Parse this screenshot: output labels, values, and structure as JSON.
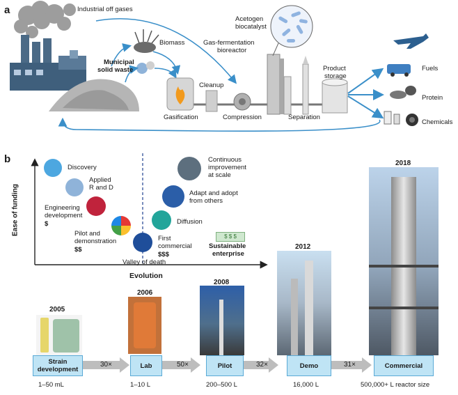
{
  "panel_a": {
    "label": "a",
    "industrial_off_gases": "Industrial off gases",
    "biomass": "Biomass",
    "municipal_solid_waste": "Municipal solid waste",
    "municipal_line1": "Municipal",
    "municipal_line2": "solid waste",
    "acetogen_line1": "Acetogen",
    "acetogen_line2": "biocatalyst",
    "bioreactor_line1": "Gas-fermentation",
    "bioreactor_line2": "bioreactor",
    "cleanup": "Cleanup",
    "gasification": "Gasification",
    "compression": "Compression",
    "separation": "Separation",
    "product_line1": "Product",
    "product_line2": "storage",
    "fuels": "Fuels",
    "protein": "Protein",
    "chemicals": "Chemicals",
    "colors": {
      "arrow": "#3a8fc9",
      "pipe": "#777777"
    }
  },
  "panel_b": {
    "label": "b",
    "y_axis": "Ease of funding",
    "x_axis": "Evolution",
    "valley": "Valley of death",
    "stages_chart": {
      "discovery": "Discovery",
      "applied_1": "Applied",
      "applied_2": "R and D",
      "eng_1": "Engineering",
      "eng_2": "development",
      "eng_3": "$",
      "pilot_1": "Pilot and",
      "pilot_2": "demonstration",
      "pilot_3": "$$",
      "first_1": "First",
      "first_2": "commercial",
      "first_3": "$$$",
      "diffusion": "Diffusion",
      "adapt_1": "Adapt and adopt",
      "adapt_2": "from others",
      "cont_1": "Continuous",
      "cont_2": "improvement",
      "cont_3": "at scale",
      "sust_1": "Sustainable",
      "sust_2": "enterprise",
      "money": "$ $ $"
    },
    "scale_up": {
      "years": [
        "2005",
        "2006",
        "2008",
        "2012",
        "2018"
      ],
      "stages": [
        {
          "line1": "Strain",
          "line2": "development",
          "volume": "1–50 mL"
        },
        {
          "line1": "Lab",
          "line2": "",
          "volume": "1–10 L"
        },
        {
          "line1": "Pilot",
          "line2": "",
          "volume": "200–500 L"
        },
        {
          "line1": "Demo",
          "line2": "",
          "volume": "16,000 L"
        },
        {
          "line1": "Commercial",
          "line2": "",
          "volume": "500,000+ L reactor size"
        }
      ],
      "multipliers": [
        "30×",
        "50×",
        "32×",
        "31×"
      ]
    }
  }
}
